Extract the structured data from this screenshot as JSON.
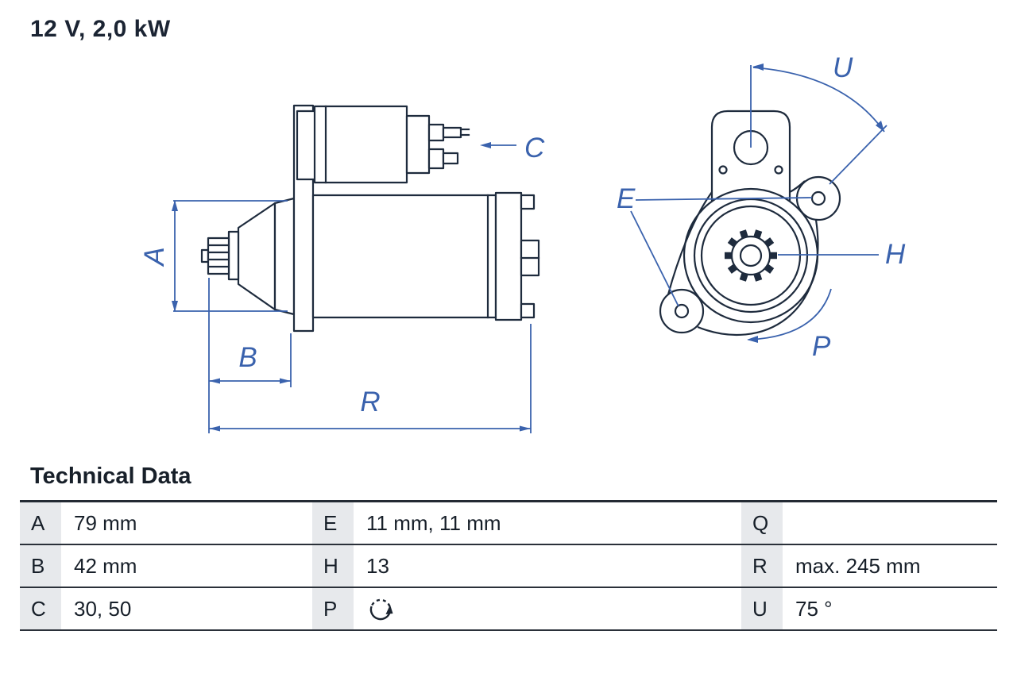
{
  "title": "12 V, 2,0 kW",
  "drawing": {
    "side_view": {
      "labels": {
        "A": "A",
        "B": "B",
        "C": "C",
        "R": "R"
      }
    },
    "front_view": {
      "labels": {
        "U": "U",
        "E": "E",
        "H": "H",
        "P": "P"
      }
    }
  },
  "technical_data": {
    "heading": "Technical Data",
    "rows": [
      {
        "cells": [
          {
            "label": "A",
            "value": "79 mm"
          },
          {
            "label": "E",
            "value": "11 mm, 11 mm"
          },
          {
            "label": "Q",
            "value": ""
          }
        ]
      },
      {
        "cells": [
          {
            "label": "B",
            "value": "42 mm"
          },
          {
            "label": "H",
            "value": "13"
          },
          {
            "label": "R",
            "value": "max. 245 mm"
          }
        ]
      },
      {
        "cells": [
          {
            "label": "C",
            "value": "30, 50"
          },
          {
            "label": "P",
            "value": "",
            "icon": "rotation-direction-icon"
          },
          {
            "label": "U",
            "value": "75 °"
          }
        ]
      }
    ]
  },
  "colors": {
    "annotation_blue": "#3a62ad",
    "outline_dark": "#1e2b3d",
    "text_dark": "#171f29",
    "label_cell_background": "#e7e9ec"
  }
}
